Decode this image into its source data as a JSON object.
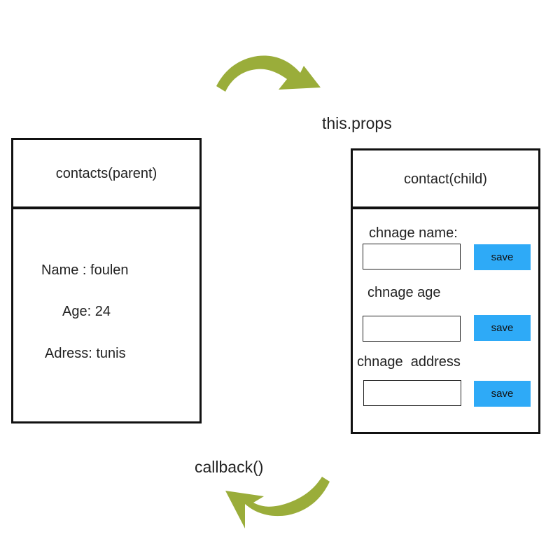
{
  "parent": {
    "title": "contacts(parent)",
    "fields": {
      "name": "Name : foulen",
      "age": "Age: 24",
      "address": "Adress: tunis"
    }
  },
  "child": {
    "title": "contact(child)",
    "rows": [
      {
        "label": "chnage name:",
        "value": "",
        "button": "save"
      },
      {
        "label": "chnage age",
        "value": "",
        "button": "save"
      },
      {
        "label": "chnage  address",
        "value": "",
        "button": "save"
      }
    ]
  },
  "flows": {
    "props_label": "this.props",
    "callback_label": "callback()"
  },
  "colors": {
    "arrow": "#9aad3a",
    "button": "#2eaaf7",
    "border": "#111111"
  },
  "icons": {
    "down_arrow": "curved-arrow-right-icon",
    "up_arrow": "curved-arrow-left-icon"
  }
}
